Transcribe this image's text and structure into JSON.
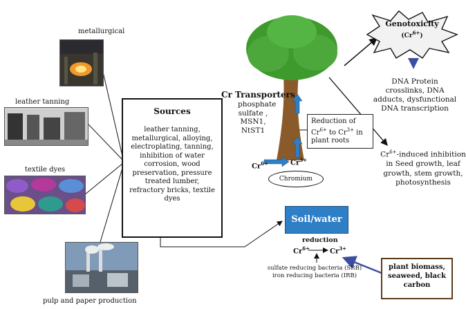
{
  "photos": {
    "metallurgical": "metallurgical",
    "leather_tanning": "leather tanning",
    "textile_dyes": "textile dyes",
    "pulp_paper": "pulp and paper production"
  },
  "sources": {
    "title": "Sources",
    "items": "leather tanning, metallurgical, alloying, electroplating, tanning, inhibition of water corrosion, wood preservation, pressure treated lumber, refractory bricks, textile dyes"
  },
  "transporters": {
    "title": "Cr Transporters",
    "items": [
      "phosphate",
      "sulfate ,",
      "MSN1,",
      "NtST1"
    ]
  },
  "reduction_box": {
    "line1": "Reduction of",
    "cr6": "Cr",
    "cr6_sup": "6+",
    "to": " to ",
    "cr3": "Cr",
    "cr3_sup": "3+",
    "after": " in",
    "line3": "plant roots"
  },
  "chromium": {
    "label": "Chromium",
    "cr6": "Cr",
    "cr6_sup": "6+",
    "cr3": "Cr",
    "cr3_sup": "3+"
  },
  "genotoxicity": {
    "title": "Genotoxicity",
    "sub": "(Cr",
    "sub_sup": "6+",
    "sub_end": ")",
    "effects": [
      "DNA Protein",
      "crosslinks, DNA",
      "adducts, dysfunctional",
      "DNA transcription"
    ]
  },
  "inhibition": {
    "prefix": "Cr",
    "sup": "6+",
    "lines": [
      "-induced inhibition",
      "in Seed growth, leaf",
      "growth,  stem growth,",
      "photosynthesis"
    ]
  },
  "soil": {
    "title": "Soil/water",
    "reduction": "reduction",
    "cr6": "Cr",
    "cr6_sup": "6+",
    "cr3": "Cr",
    "cr3_sup": "3+",
    "bacteria": [
      "sulfate reducing bacteria (SRB)",
      "iron reducing bacteria (IRB)"
    ]
  },
  "biomass": {
    "lines": [
      "plant biomass,",
      "seaweed, black",
      "carbon"
    ]
  },
  "colors": {
    "blue_arrow": "#2f7fc6",
    "tree_green": "#3f9a2e",
    "trunk": "#8a5a2b"
  }
}
